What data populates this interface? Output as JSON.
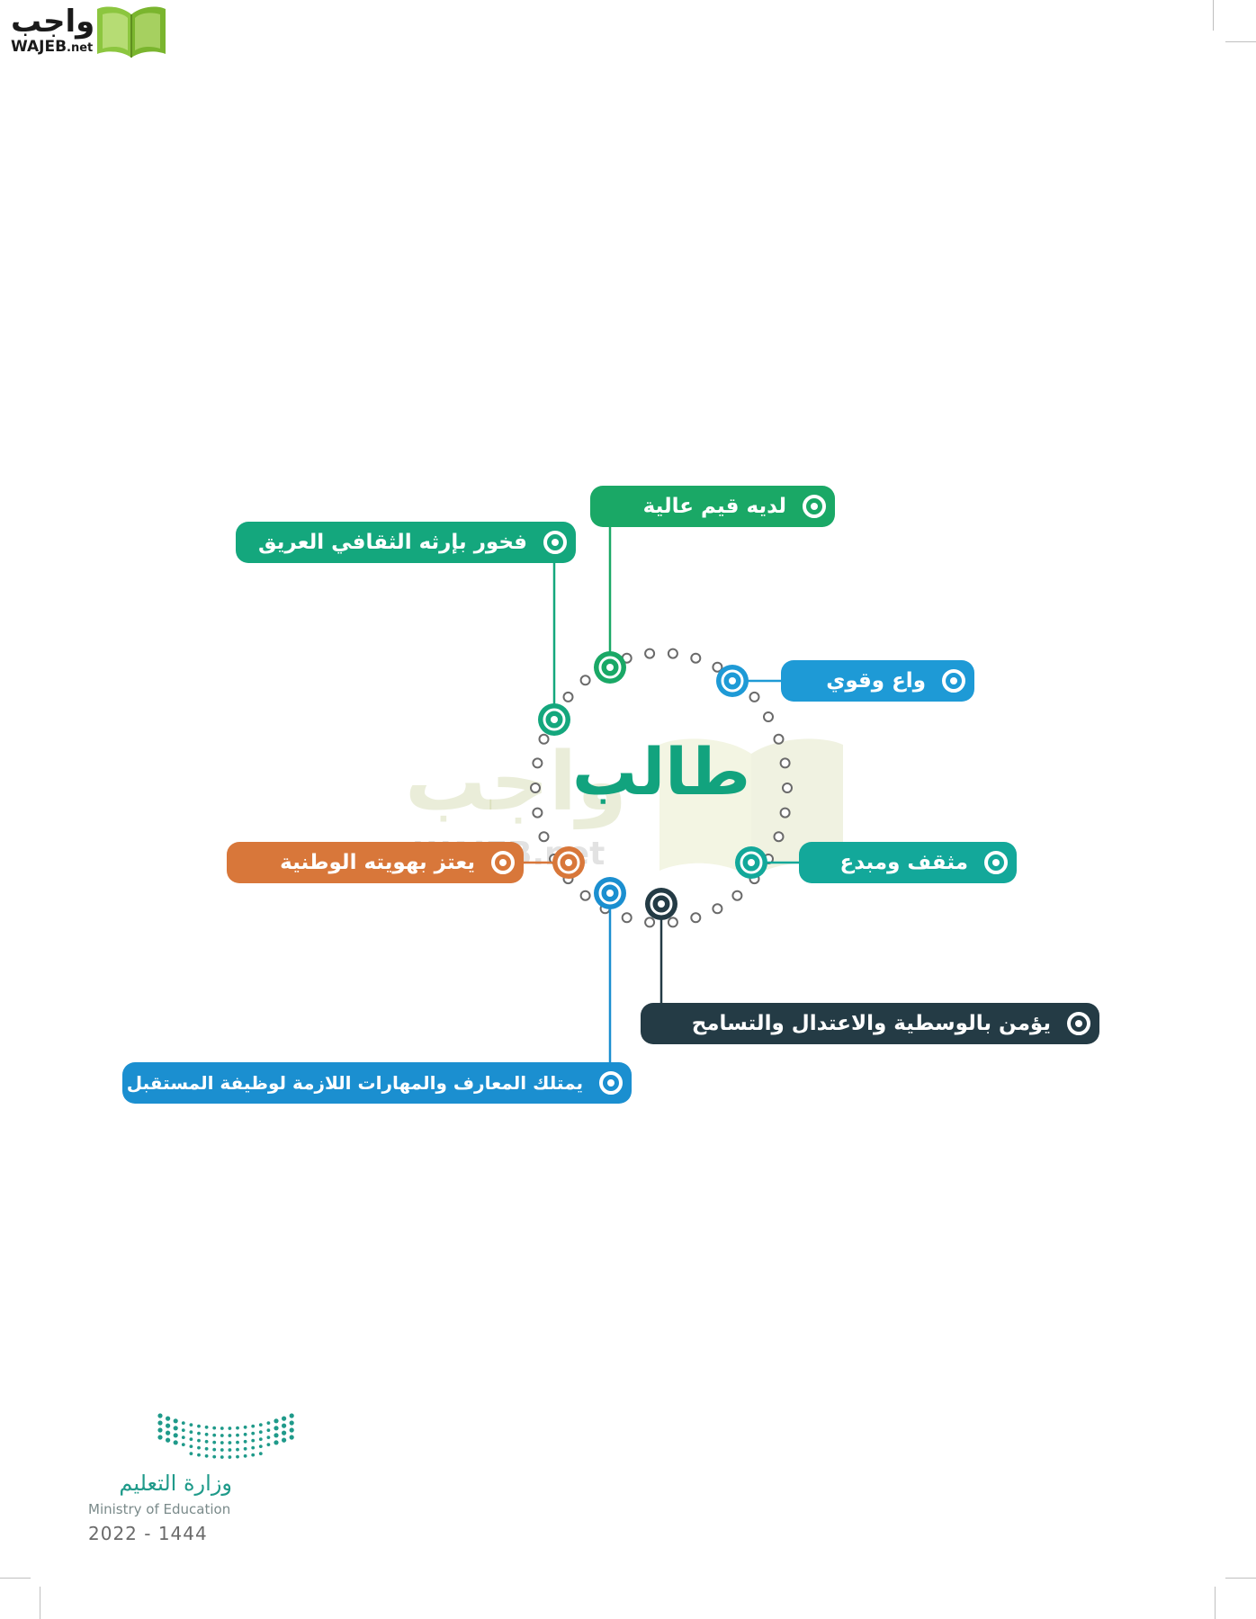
{
  "site_logo": {
    "text_ar": "واجب",
    "text_en": "WAJEB",
    "text_en_suffix": ".net"
  },
  "center_label": "طالب",
  "watermark": {
    "text_ar": "واجب",
    "text_en": "WAJEB.net"
  },
  "traits": [
    {
      "id": "high-values",
      "label": "لديه قيم عالية",
      "color": "#1aa866"
    },
    {
      "id": "heritage-pride",
      "label": "فخور بإرثه الثقافي العريق",
      "color": "#14a77d"
    },
    {
      "id": "aware-strong",
      "label": "واع وقوي",
      "color": "#1e9ad6"
    },
    {
      "id": "cultured-creative",
      "label": "مثقف ومبدع",
      "color": "#13a89a"
    },
    {
      "id": "national-identity",
      "label": "يعتز بهويته الوطنية",
      "color": "#d8773a"
    },
    {
      "id": "moderation",
      "label": "يؤمن بالوسطية والاعتدال والتسامح",
      "color": "#243b45"
    },
    {
      "id": "future-skills",
      "label": "يمتلك المعارف والمهارات اللازمة لوظيفة المستقبل",
      "color": "#1b8fd0"
    }
  ],
  "ministry": {
    "name_ar": "وزارة التعليم",
    "name_en": "Ministry of Education",
    "year": "2022 - 1444",
    "logo_color": "#1f9a8a"
  }
}
